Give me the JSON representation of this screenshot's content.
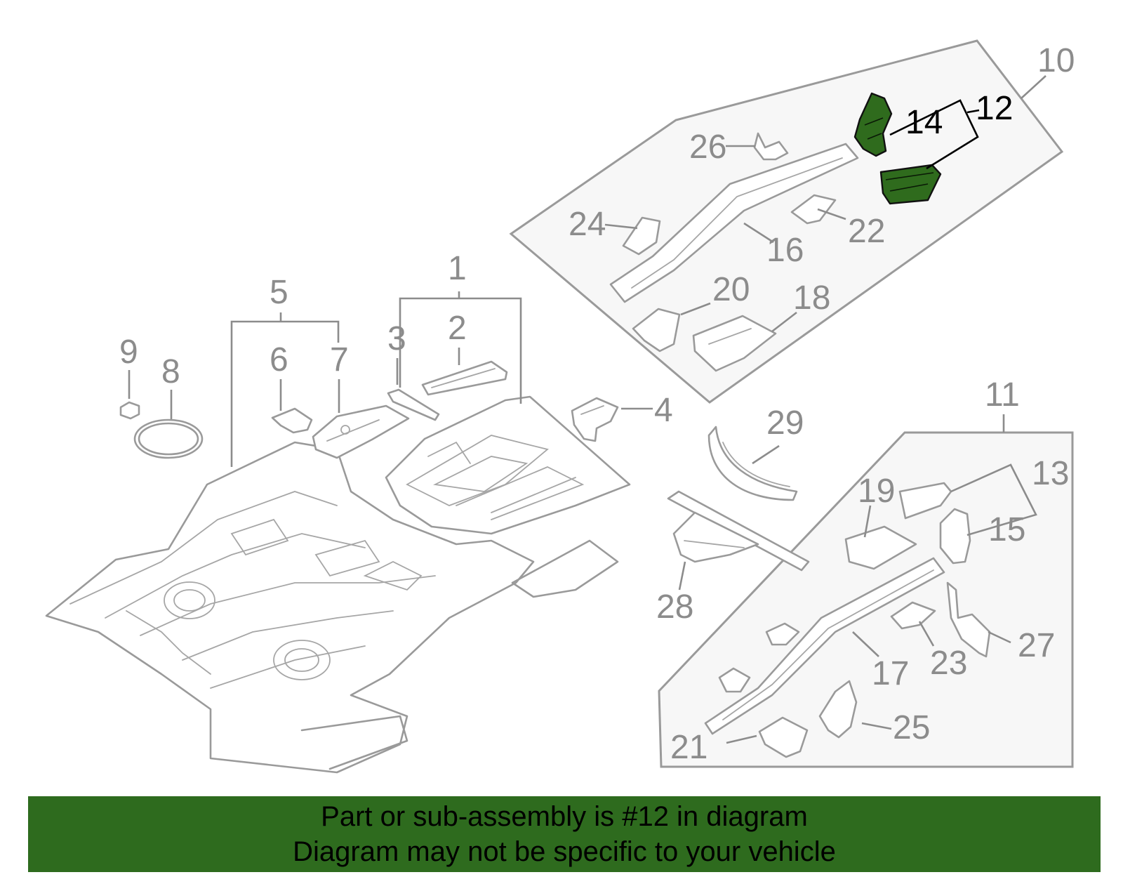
{
  "callouts": [
    {
      "id": "c1",
      "text": "1",
      "active": false
    },
    {
      "id": "c2",
      "text": "2",
      "active": false
    },
    {
      "id": "c3",
      "text": "3",
      "active": false
    },
    {
      "id": "c4",
      "text": "4",
      "active": false
    },
    {
      "id": "c5",
      "text": "5",
      "active": false
    },
    {
      "id": "c6",
      "text": "6",
      "active": false
    },
    {
      "id": "c7",
      "text": "7",
      "active": false
    },
    {
      "id": "c8",
      "text": "8",
      "active": false
    },
    {
      "id": "c9",
      "text": "9",
      "active": false
    },
    {
      "id": "c10",
      "text": "10",
      "active": false
    },
    {
      "id": "c11",
      "text": "11",
      "active": false
    },
    {
      "id": "c12",
      "text": "12",
      "active": true
    },
    {
      "id": "c13",
      "text": "13",
      "active": false
    },
    {
      "id": "c14",
      "text": "14",
      "active": true
    },
    {
      "id": "c15",
      "text": "15",
      "active": false
    },
    {
      "id": "c16",
      "text": "16",
      "active": false
    },
    {
      "id": "c17",
      "text": "17",
      "active": false
    },
    {
      "id": "c18",
      "text": "18",
      "active": false
    },
    {
      "id": "c19",
      "text": "19",
      "active": false
    },
    {
      "id": "c20",
      "text": "20",
      "active": false
    },
    {
      "id": "c21",
      "text": "21",
      "active": false
    },
    {
      "id": "c22",
      "text": "22",
      "active": false
    },
    {
      "id": "c23",
      "text": "23",
      "active": false
    },
    {
      "id": "c24",
      "text": "24",
      "active": false
    },
    {
      "id": "c25",
      "text": "25",
      "active": false
    },
    {
      "id": "c26",
      "text": "26",
      "active": false
    },
    {
      "id": "c27",
      "text": "27",
      "active": false
    },
    {
      "id": "c28",
      "text": "28",
      "active": false
    },
    {
      "id": "c29",
      "text": "29",
      "active": false
    }
  ],
  "colors": {
    "highlight": "#2f6b1d",
    "banner": "#2e6b1e",
    "line": "#9a9a9a"
  },
  "banner": {
    "line1": "Part or sub-assembly is #12 in diagram",
    "line2": "Diagram may not be specific to your vehicle"
  }
}
